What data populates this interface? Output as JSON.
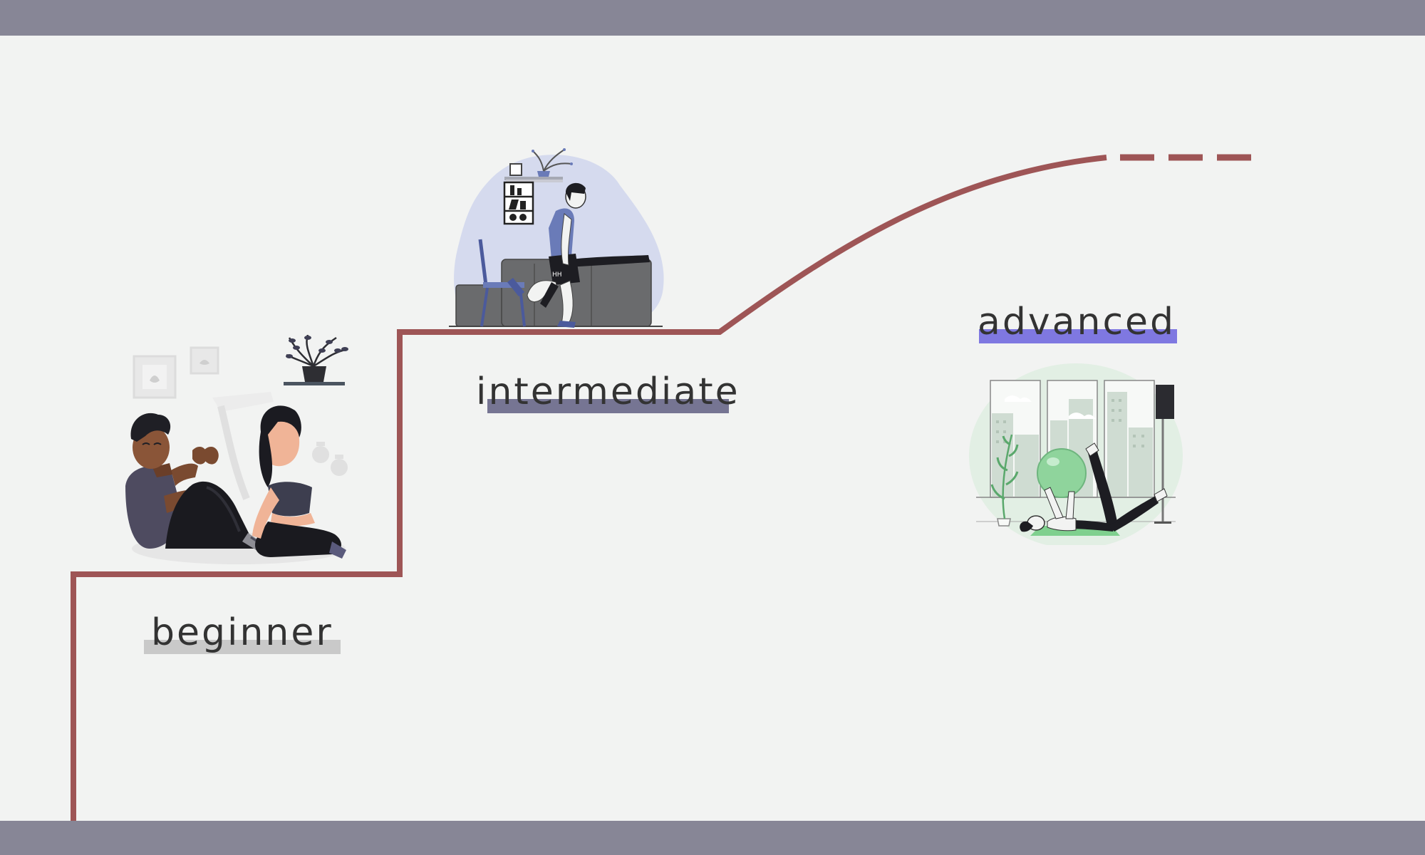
{
  "levels": {
    "beginner": "beginner",
    "intermediate": "intermediate",
    "advanced": "advanced"
  },
  "icons": {
    "beginner": "couple-situp-exercise-illustration",
    "intermediate": "man-chair-lunge-illustration",
    "advanced": "woman-stability-ball-illustration"
  },
  "colors": {
    "background": "#f2f3f2",
    "bars": "#878696",
    "path": "#9e5556",
    "beginner_highlight": "#c9c9c9",
    "intermediate_highlight": "#767593",
    "advanced_highlight": "#7f78e1"
  }
}
